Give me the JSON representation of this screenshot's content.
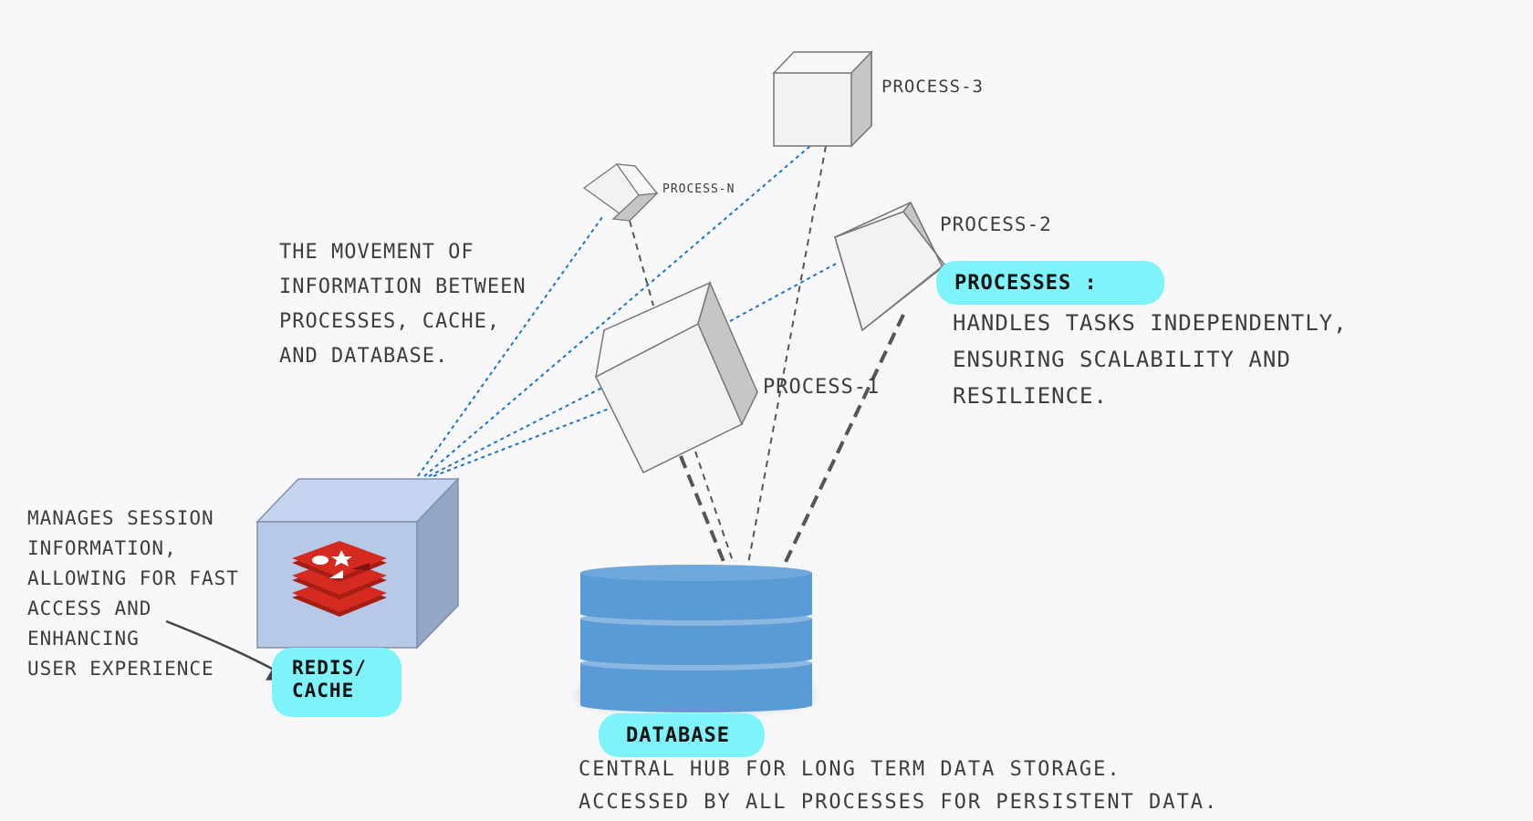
{
  "processes": {
    "p1_label": "PROCESS-1",
    "p2_label": "PROCESS-2",
    "p3_label": "PROCESS-3",
    "pn_label": "PROCESS-n"
  },
  "notes": {
    "movement": "THE MOVEMENT OF\nINFORMATION BETWEEN\nPROCESSES, CACHE,\nAND DATABASE.",
    "processes_heading": "PROCESSES :",
    "processes_desc": "HANDLES TASKS INDEPENDENTLY,\nENSURING SCALABILITY AND\nRESILIENCE.",
    "cache_desc": "MANAGES SESSION\nINFORMATION,\nALLOWING FOR FAST\nACCESS AND\nENHANCING\nUSER EXPERIENCE",
    "cache_label": "REDIS/\nCACHE",
    "database_label": "DATABASE",
    "database_desc": "CENTRAL HUB FOR LONG TERM DATA STORAGE.\nACCESSED BY ALL PROCESSES FOR PERSISTENT DATA."
  },
  "colors": {
    "highlight": "#7ff3fa",
    "cache_box": "#b8c9e8",
    "database": "#5b9bd5",
    "cube_face": "#f2f2f2",
    "blue_link": "#1a73c8",
    "gray_link": "#555555",
    "redis_logo": "#d42a20"
  },
  "icons": {
    "cache_logo": "redis-logo-icon",
    "arrow": "arrow-icon"
  }
}
